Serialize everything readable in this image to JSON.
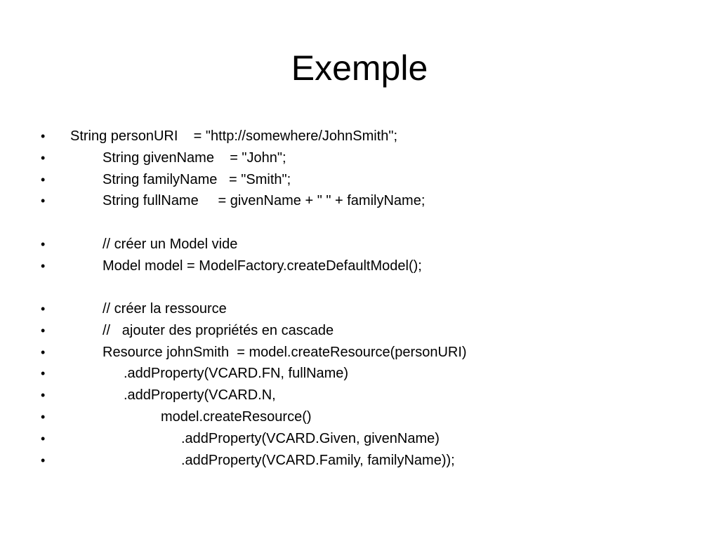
{
  "slide": {
    "title": "Exemple",
    "bullet_char": "•",
    "items": [
      {
        "level": 0,
        "text": "String personURI    = \"http://somewhere/JohnSmith\";"
      },
      {
        "level": 1,
        "text": "String givenName    = \"John\";"
      },
      {
        "level": 1,
        "text": "String familyName   = \"Smith\";"
      },
      {
        "level": 1,
        "text": "String fullName     = givenName + \" \" + familyName;"
      },
      {
        "level": 1,
        "text": "// créer un Model vide"
      },
      {
        "level": 1,
        "text": "Model model = ModelFactory.createDefaultModel();"
      },
      {
        "level": 1,
        "text": "// créer la ressource"
      },
      {
        "level": 1,
        "text": "//   ajouter des propriétés en cascade"
      },
      {
        "level": 1,
        "text": "Resource johnSmith  = model.createResource(personURI)"
      },
      {
        "level": 2,
        "text": ".addProperty(VCARD.FN, fullName)"
      },
      {
        "level": 2,
        "text": ".addProperty(VCARD.N,"
      },
      {
        "level": 3,
        "text": "model.createResource()"
      },
      {
        "level": 4,
        "text": ".addProperty(VCARD.Given, givenName)"
      },
      {
        "level": 4,
        "text": ".addProperty(VCARD.Family, familyName));"
      }
    ]
  }
}
